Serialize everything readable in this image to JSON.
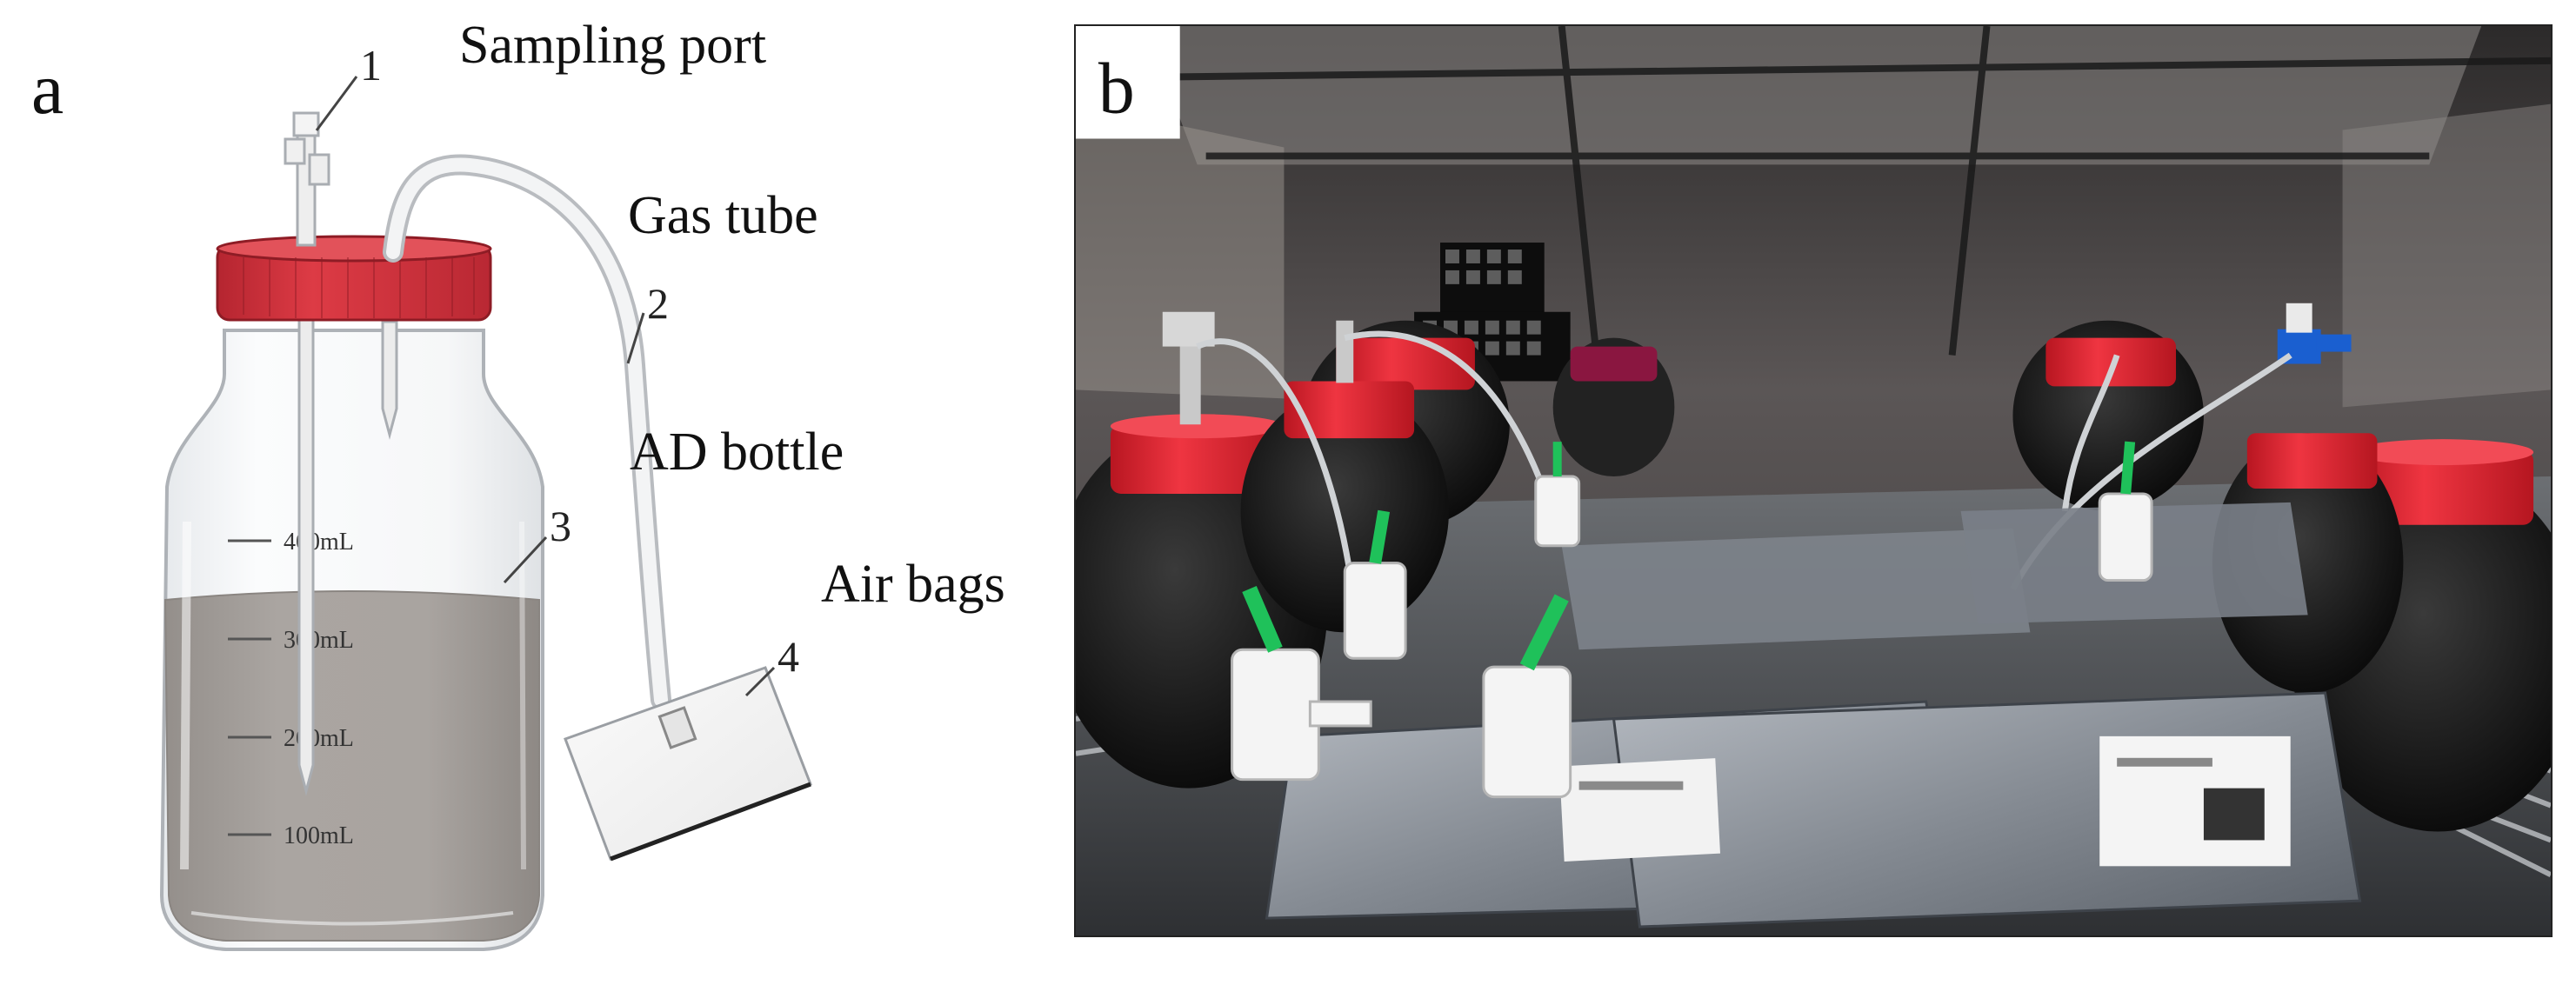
{
  "panel_a": {
    "letter": "a",
    "labels": {
      "sampling_port": "Sampling port",
      "gas_tube": "Gas tube",
      "ad_bottle": "AD bottle",
      "air_bags": "Air bags"
    },
    "callouts": [
      "1",
      "2",
      "3",
      "4"
    ],
    "graduations": [
      "400mL",
      "300mL",
      "200mL",
      "100mL"
    ],
    "colors": {
      "cap": "#d8343f",
      "liquid": "#a7a19d",
      "glass_outline": "#b9bcc0"
    }
  },
  "panel_b": {
    "letter": "b",
    "description_icon": "photo-of-ad-bottles-with-air-bags",
    "colors": {
      "cap": "#e52a35",
      "valve_green": "#1fc15a",
      "valve_blue": "#1a5fd0",
      "bag_silver": "#8c929a"
    }
  }
}
